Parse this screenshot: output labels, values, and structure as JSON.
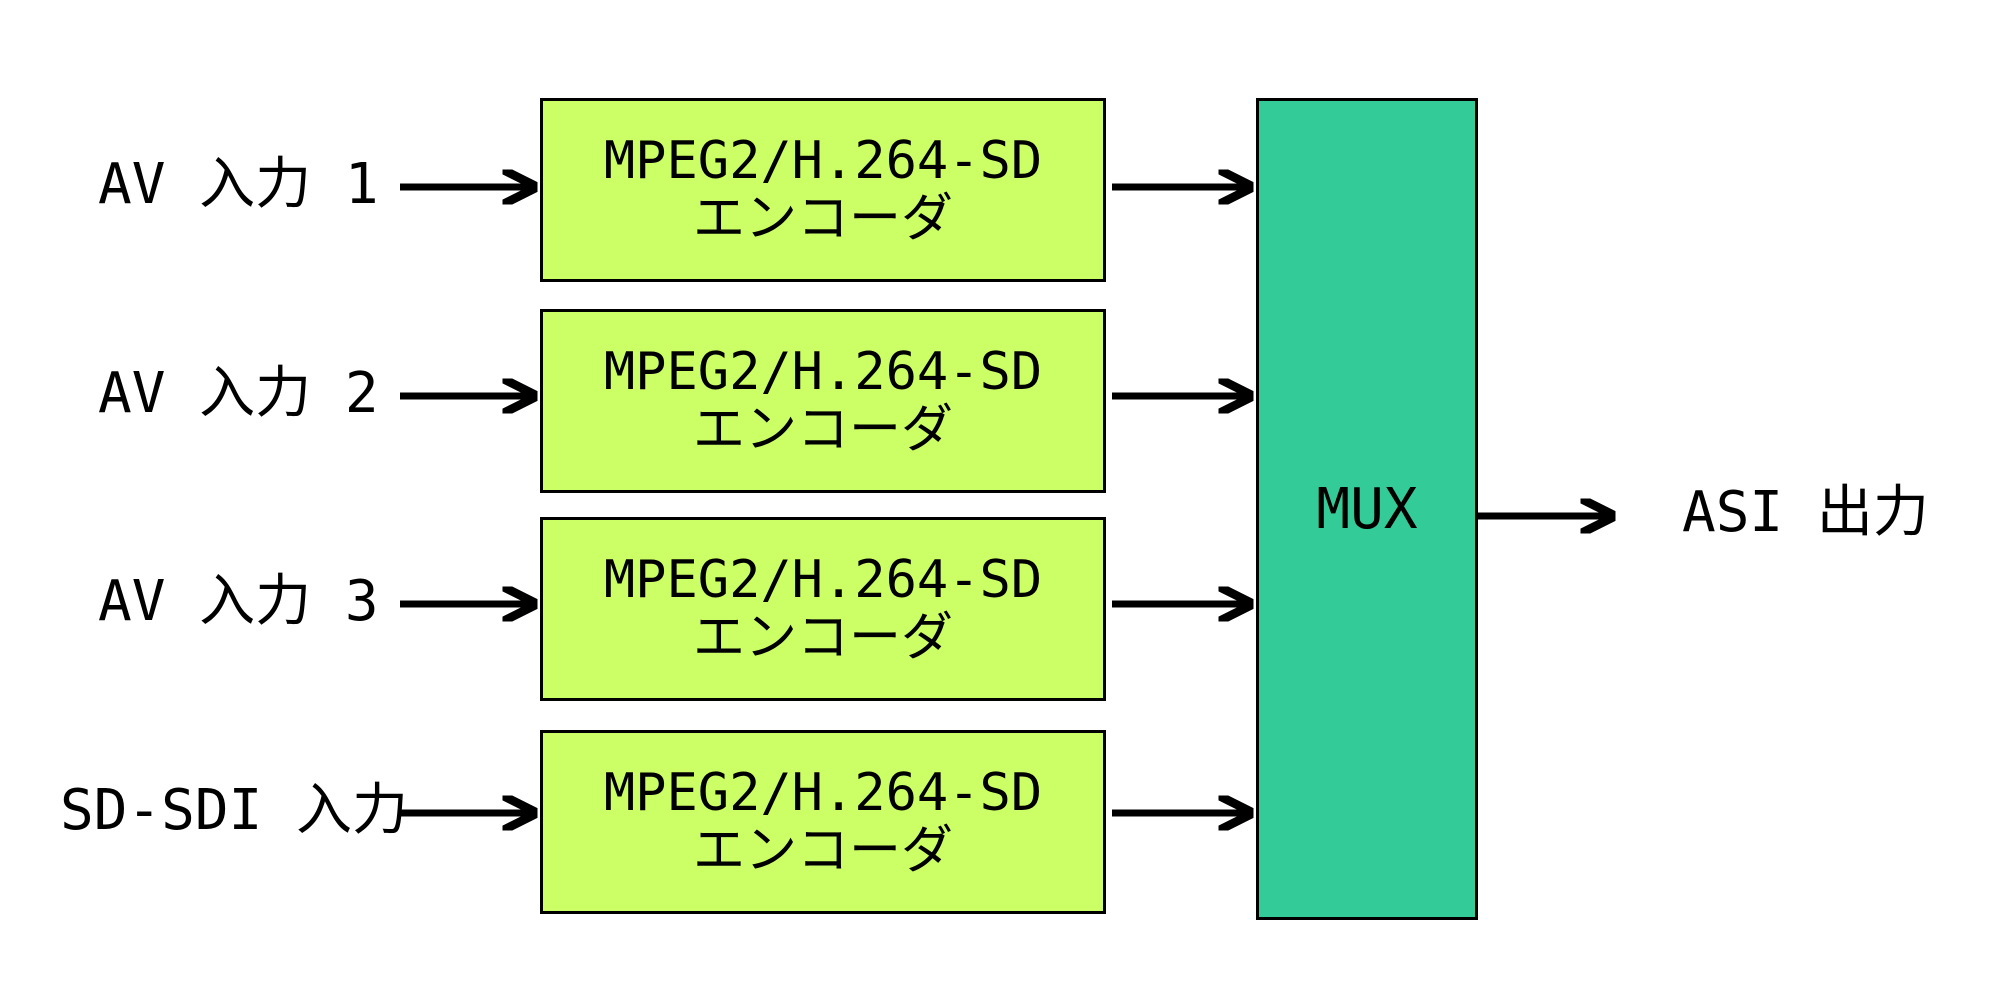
{
  "colors": {
    "encoder_fill": "#ccff66",
    "mux_fill": "#33cc99",
    "line": "#000000"
  },
  "inputs": [
    {
      "label": "AV 入力 1"
    },
    {
      "label": "AV 入力 2"
    },
    {
      "label": "AV 入力 3"
    },
    {
      "label": "SD-SDI 入力"
    }
  ],
  "encoders": [
    {
      "line1": "MPEG2/H.264-SD",
      "line2": "エンコーダ"
    },
    {
      "line1": "MPEG2/H.264-SD",
      "line2": "エンコーダ"
    },
    {
      "line1": "MPEG2/H.264-SD",
      "line2": "エンコーダ"
    },
    {
      "line1": "MPEG2/H.264-SD",
      "line2": "エンコーダ"
    }
  ],
  "mux": {
    "label": "MUX"
  },
  "output": {
    "label": "ASI 出力"
  }
}
